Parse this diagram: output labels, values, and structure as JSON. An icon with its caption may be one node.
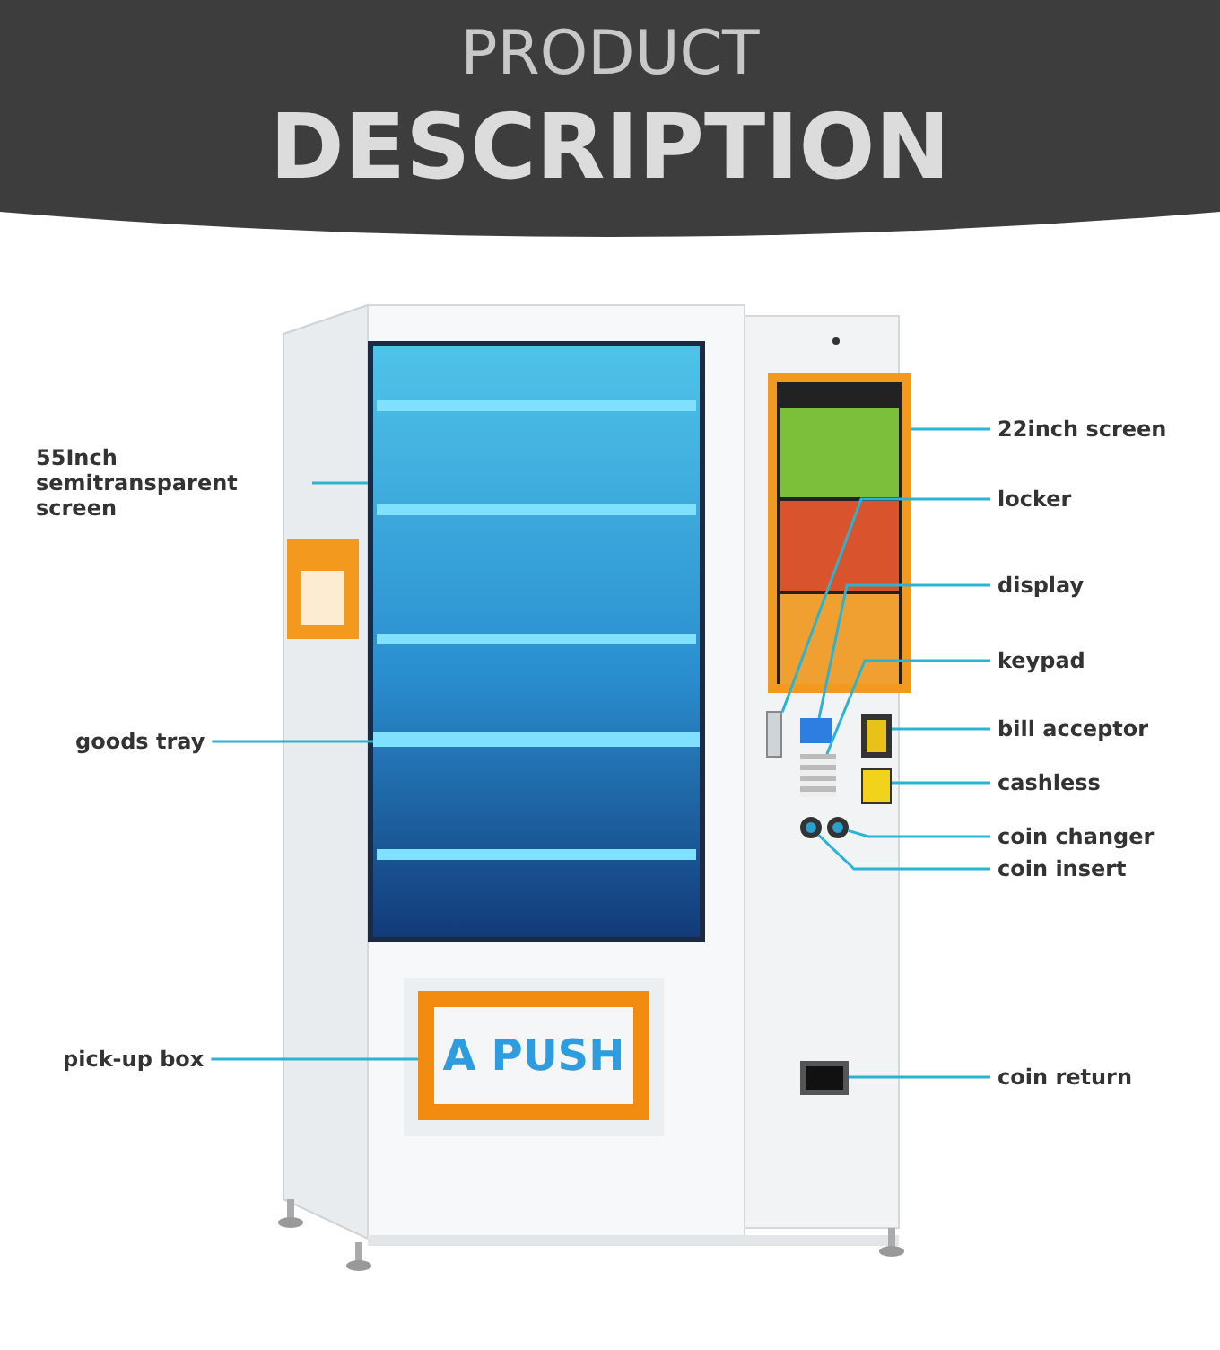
{
  "diagram": {
    "title": "PRODUCT DESCRIPTION",
    "nodes": [
      {
        "text": [
          "55Inch semitransparent screen"
        ]
      },
      {
        "text": [
          "goods tray"
        ]
      },
      {
        "text": [
          "pick-up box"
        ]
      },
      {
        "text": [
          "22inch screen"
        ]
      },
      {
        "text": [
          "locker"
        ]
      },
      {
        "text": [
          "display"
        ]
      },
      {
        "text": [
          "keypad"
        ]
      },
      {
        "text": [
          "bill acceptor"
        ]
      },
      {
        "text": [
          "cashless"
        ]
      },
      {
        "text": [
          "coin changer"
        ]
      },
      {
        "text": [
          "coin insert"
        ]
      },
      {
        "text": [
          "coin return"
        ]
      },
      {
        "text": [],
        "shape": "box"
      },
      {
        "text": [],
        "shape": "bar",
        "in": 12
      },
      {
        "text": [
          "A PUSH"
        ]
      },
      {
        "text": [],
        "shape": "box"
      },
      {
        "text": [],
        "shape": "box"
      },
      {
        "text": [],
        "shape": "box"
      },
      {
        "text": [],
        "shape": "box"
      },
      {
        "text": [],
        "shape": "box"
      },
      {
        "text": [],
        "shape": "box"
      },
      {
        "text": [],
        "shape": "circle"
      },
      {
        "text": [],
        "shape": "circle"
      },
      {
        "text": [],
        "shape": "box"
      }
    ],
    "edges": [
      {
        "from": 0,
        "to": 12,
        "arrow": "none"
      },
      {
        "from": 1,
        "to": 13,
        "arrow": "none"
      },
      {
        "from": 2,
        "to": 14,
        "arrow": "none"
      },
      {
        "from": 3,
        "to": 15,
        "arrow": "none"
      },
      {
        "from": 4,
        "to": 16,
        "arrow": "none"
      },
      {
        "from": 5,
        "to": 17,
        "arrow": "none"
      },
      {
        "from": 6,
        "to": 18,
        "arrow": "none"
      },
      {
        "from": 7,
        "to": 19,
        "arrow": "none"
      },
      {
        "from": 8,
        "to": 20,
        "arrow": "none"
      },
      {
        "from": 9,
        "to": 22,
        "arrow": "none"
      },
      {
        "from": 10,
        "to": 21,
        "arrow": "none"
      },
      {
        "from": 11,
        "to": 23,
        "arrow": "none"
      }
    ]
  }
}
